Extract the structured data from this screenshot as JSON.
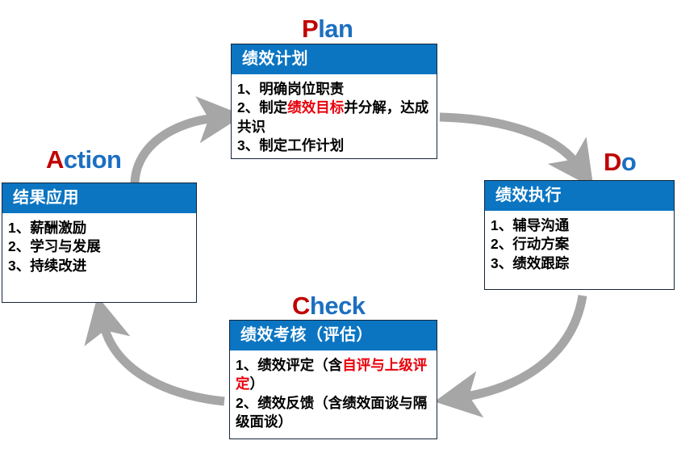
{
  "diagram": {
    "title_visible": false,
    "type": "pdca-cycle",
    "accent_blue": "#0B75C2",
    "label_blue": "#1C6FC0",
    "label_red": "#C00000",
    "highlight_red": "#E8000B",
    "arrow_gray": "#A6A6A6",
    "border_color": "#16253A"
  },
  "stages": {
    "plan": {
      "label_lead": "P",
      "label_rest": "lan",
      "box_title": "绩效计划",
      "items": [
        {
          "prefix": "1、",
          "text_before": "明确岗位职责",
          "highlight": "",
          "text_after": ""
        },
        {
          "prefix": "2、",
          "text_before": "制定",
          "highlight": "绩效目标",
          "text_after": "并分解，达成共识"
        },
        {
          "prefix": "3、",
          "text_before": "制定工作计划",
          "highlight": "",
          "text_after": ""
        }
      ]
    },
    "do": {
      "label_lead": "D",
      "label_rest": "o",
      "box_title": "绩效执行",
      "items": [
        {
          "prefix": "1、",
          "text_before": "辅导沟通",
          "highlight": "",
          "text_after": ""
        },
        {
          "prefix": "2、",
          "text_before": "行动方案",
          "highlight": "",
          "text_after": ""
        },
        {
          "prefix": "3、",
          "text_before": "绩效跟踪",
          "highlight": "",
          "text_after": ""
        }
      ]
    },
    "check": {
      "label_lead": "C",
      "label_rest": "heck",
      "box_title": "绩效考核（评估）",
      "items": [
        {
          "prefix": "1、",
          "text_before": "绩效评定（含",
          "highlight": "自评与上级评定",
          "text_after": "）"
        },
        {
          "prefix": "2、",
          "text_before": "绩效反馈（含绩效面谈与隔级面谈）",
          "highlight": "",
          "text_after": ""
        }
      ]
    },
    "action": {
      "label_lead": "A",
      "label_rest": "ction",
      "box_title": "结果应用",
      "items": [
        {
          "prefix": "1、",
          "text_before": "薪酬激励",
          "highlight": "",
          "text_after": ""
        },
        {
          "prefix": "2、",
          "text_before": "学习与发展",
          "highlight": "",
          "text_after": ""
        },
        {
          "prefix": "3、",
          "text_before": "持续改进",
          "highlight": "",
          "text_after": ""
        }
      ]
    }
  },
  "arrows": [
    {
      "name": "arrow-action-to-plan",
      "from": "action",
      "to": "plan",
      "direction": "up-right"
    },
    {
      "name": "arrow-plan-to-do",
      "from": "plan",
      "to": "do",
      "direction": "down-right"
    },
    {
      "name": "arrow-do-to-check",
      "from": "do",
      "to": "check",
      "direction": "down-left"
    },
    {
      "name": "arrow-check-to-action",
      "from": "check",
      "to": "action",
      "direction": "up-left"
    }
  ]
}
